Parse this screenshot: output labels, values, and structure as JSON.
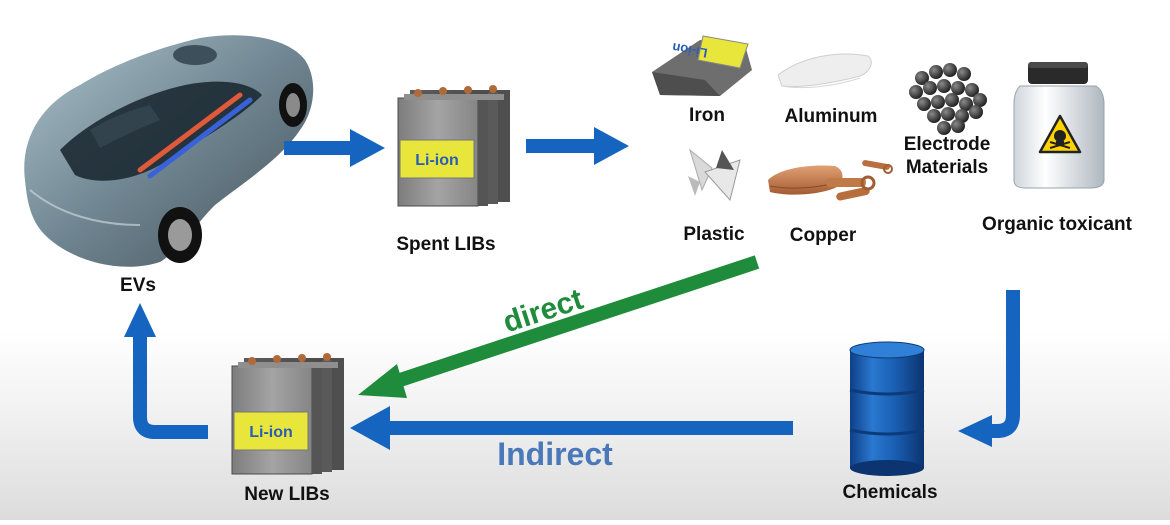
{
  "labels": {
    "evs": "EVs",
    "spent_libs": "Spent LIBs",
    "new_libs": "New LIBs",
    "chemicals": "Chemicals",
    "iron": "Iron",
    "aluminum": "Aluminum",
    "electrode_line1": "Electrode",
    "electrode_line2": "Materials",
    "plastic": "Plastic",
    "copper": "Copper",
    "organic_toxicant": "Organic toxicant"
  },
  "battery_label": "Li-ion",
  "iron_scrap_text": "Li-ion",
  "path_labels": {
    "direct": "direct",
    "indirect": "Indirect"
  },
  "colors": {
    "flow_arrow": "#1565c0",
    "direct_arrow": "#1e8c3a",
    "indirect_text": "#4a78b8",
    "battery_label_bg": "#e8e63a",
    "barrel": "#1a5fb4"
  },
  "icons": [
    "car-icon",
    "battery-icon",
    "iron-scrap-icon",
    "aluminum-foil-icon",
    "electrode-beads-icon",
    "plastic-icon",
    "copper-icon",
    "toxicant-jar-icon",
    "chemical-barrel-icon"
  ]
}
